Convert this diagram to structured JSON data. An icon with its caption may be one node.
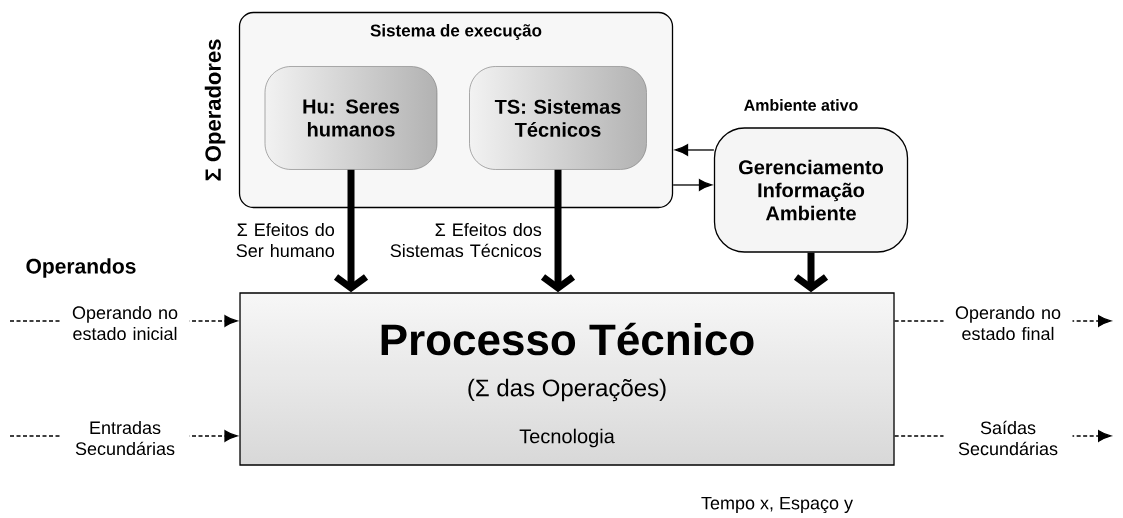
{
  "diagram": {
    "nodes": [
      {
        "text": [
          "Sistema de execução",
          "Σ Operadores"
        ]
      },
      {
        "text": [
          "Hu: Seres humanos"
        ],
        "in": 0
      },
      {
        "text": [
          "TS: Sistemas Técnicos"
        ],
        "in": 0
      },
      {
        "text": [
          "Gerenciamento Informação Ambiente"
        ],
        "beside": [
          "Ambiente ativo"
        ]
      },
      {
        "text": [
          "Processo Técnico",
          "(Σ das Operações)",
          "Tecnologia"
        ]
      }
    ],
    "edges": [
      {
        "from": 1,
        "to": 4,
        "arrow": "to",
        "style": "thick",
        "label": "Σ Efeitos do Ser humano"
      },
      {
        "from": 2,
        "to": 4,
        "arrow": "to",
        "style": "thick",
        "label": "Σ Efeitos dos Sistemas Técnicos"
      },
      {
        "from": 3,
        "to": 4,
        "arrow": "to",
        "style": "thick"
      },
      {
        "from": 3,
        "to": 0,
        "arrow": "to"
      },
      {
        "from": 0,
        "to": 3,
        "arrow": "to"
      },
      {
        "from": null,
        "to": 4,
        "arrow": "to",
        "style": "dashed",
        "label": "Operando no estado inicial"
      },
      {
        "from": null,
        "to": 4,
        "arrow": "to",
        "style": "dashed",
        "label": "Entradas Secundárias"
      },
      {
        "from": 4,
        "to": null,
        "arrow": "to",
        "style": "dashed",
        "label": "Operando no estado final"
      },
      {
        "from": 4,
        "to": null,
        "arrow": "to",
        "style": "dashed",
        "label": "Saídas Secundárias"
      }
    ],
    "labels": [
      "Operandos",
      "Tempo x, Espaço y"
    ]
  }
}
